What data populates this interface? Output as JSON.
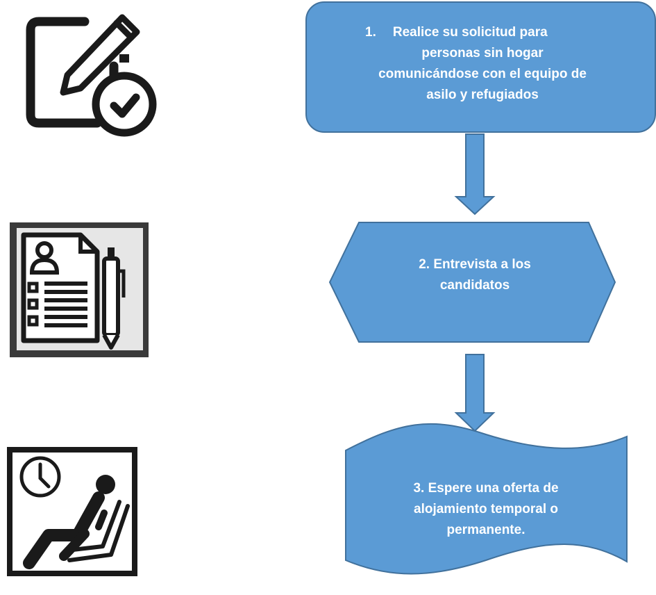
{
  "colors": {
    "fill": "#5b9bd5",
    "stroke": "#41719c",
    "text": "#ffffff",
    "icon": "#1a1a1a"
  },
  "steps": [
    {
      "number": "1.",
      "lines": [
        "Realice su solicitud para",
        "personas sin hogar",
        "comunicándose con el equipo de",
        "asilo y refugiados"
      ],
      "icon": "form-pen-check-icon"
    },
    {
      "lines": [
        "2. Entrevista a los",
        "candidatos"
      ],
      "icon": "resume-document-pen-icon"
    },
    {
      "lines": [
        "3. Espere una oferta de",
        "alojamiento temporal o",
        "permanente."
      ],
      "icon": "waiting-person-clock-icon"
    }
  ]
}
